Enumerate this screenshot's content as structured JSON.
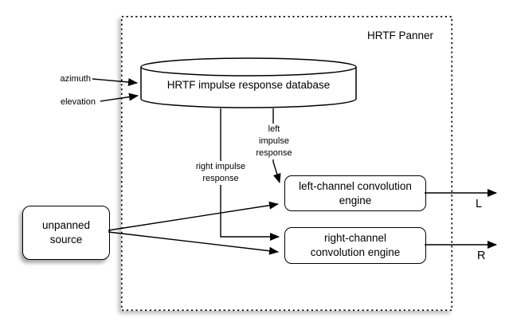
{
  "colors": {
    "stroke": "#000000",
    "surface": "#ffffff"
  },
  "panner": {
    "title": "HRTF Panner",
    "database_label": "HRTF impulse response database",
    "azimuth_label": "azimuth",
    "elevation_label": "elevation",
    "left_impulse_label": "left\nimpulse\nresponse",
    "right_impulse_label": "right impulse\nresponse",
    "left_engine_label": "left-channel convolution\nengine",
    "right_engine_label": "right-channel\nconvolution engine",
    "unpanned_source_label": "unpanned\nsource",
    "output_left_label": "L",
    "output_right_label": "R"
  }
}
